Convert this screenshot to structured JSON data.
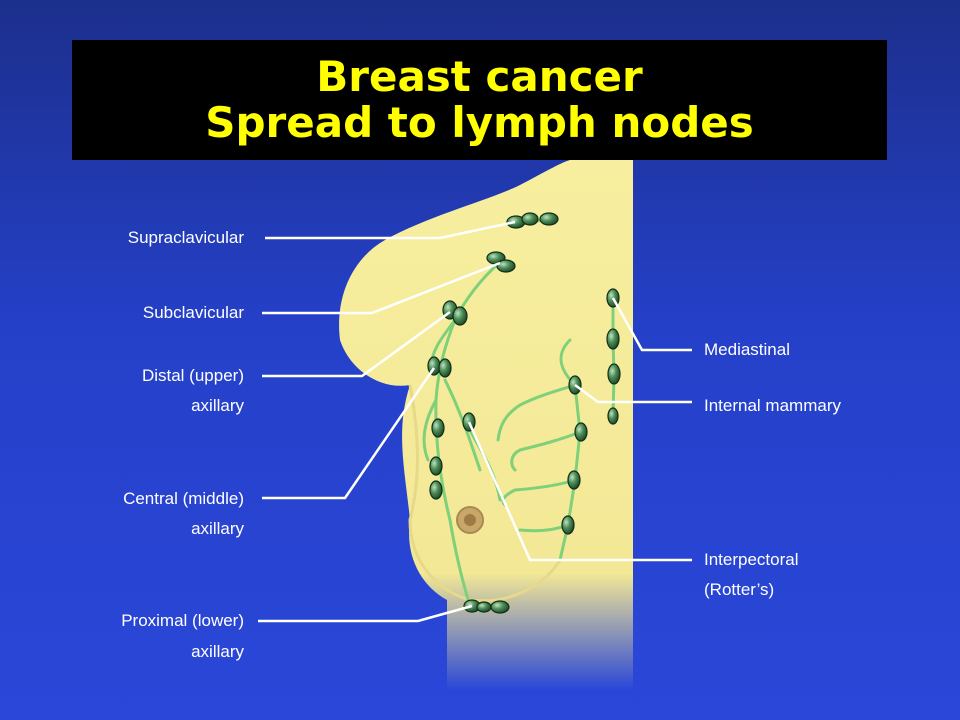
{
  "title": {
    "line1": "Breast cancer",
    "line2": "Spread to lymph nodes"
  },
  "labels": {
    "supraclavicular": "Supraclavicular",
    "subclavicular": "Subclavicular",
    "distal_upper_1": "Distal (upper)",
    "distal_upper_2": "axillary",
    "central_middle_1": "Central (middle)",
    "central_middle_2": "axillary",
    "proximal_lower_1": "Proximal (lower)",
    "proximal_lower_2": "axillary",
    "mediastinal": "Mediastinal",
    "internal_mammary": "Internal mammary",
    "interpectoral_1": "Interpectoral",
    "interpectoral_2": "(Rotter’s)"
  },
  "colors": {
    "background": "#2540c8",
    "title_bar": "#000000",
    "title_text": "#ffff00",
    "skin": "#f5ec9a",
    "lymph_vessel": "#7fd07a",
    "lymph_node": "#2f6a3a",
    "leader_line": "#ffffff"
  }
}
